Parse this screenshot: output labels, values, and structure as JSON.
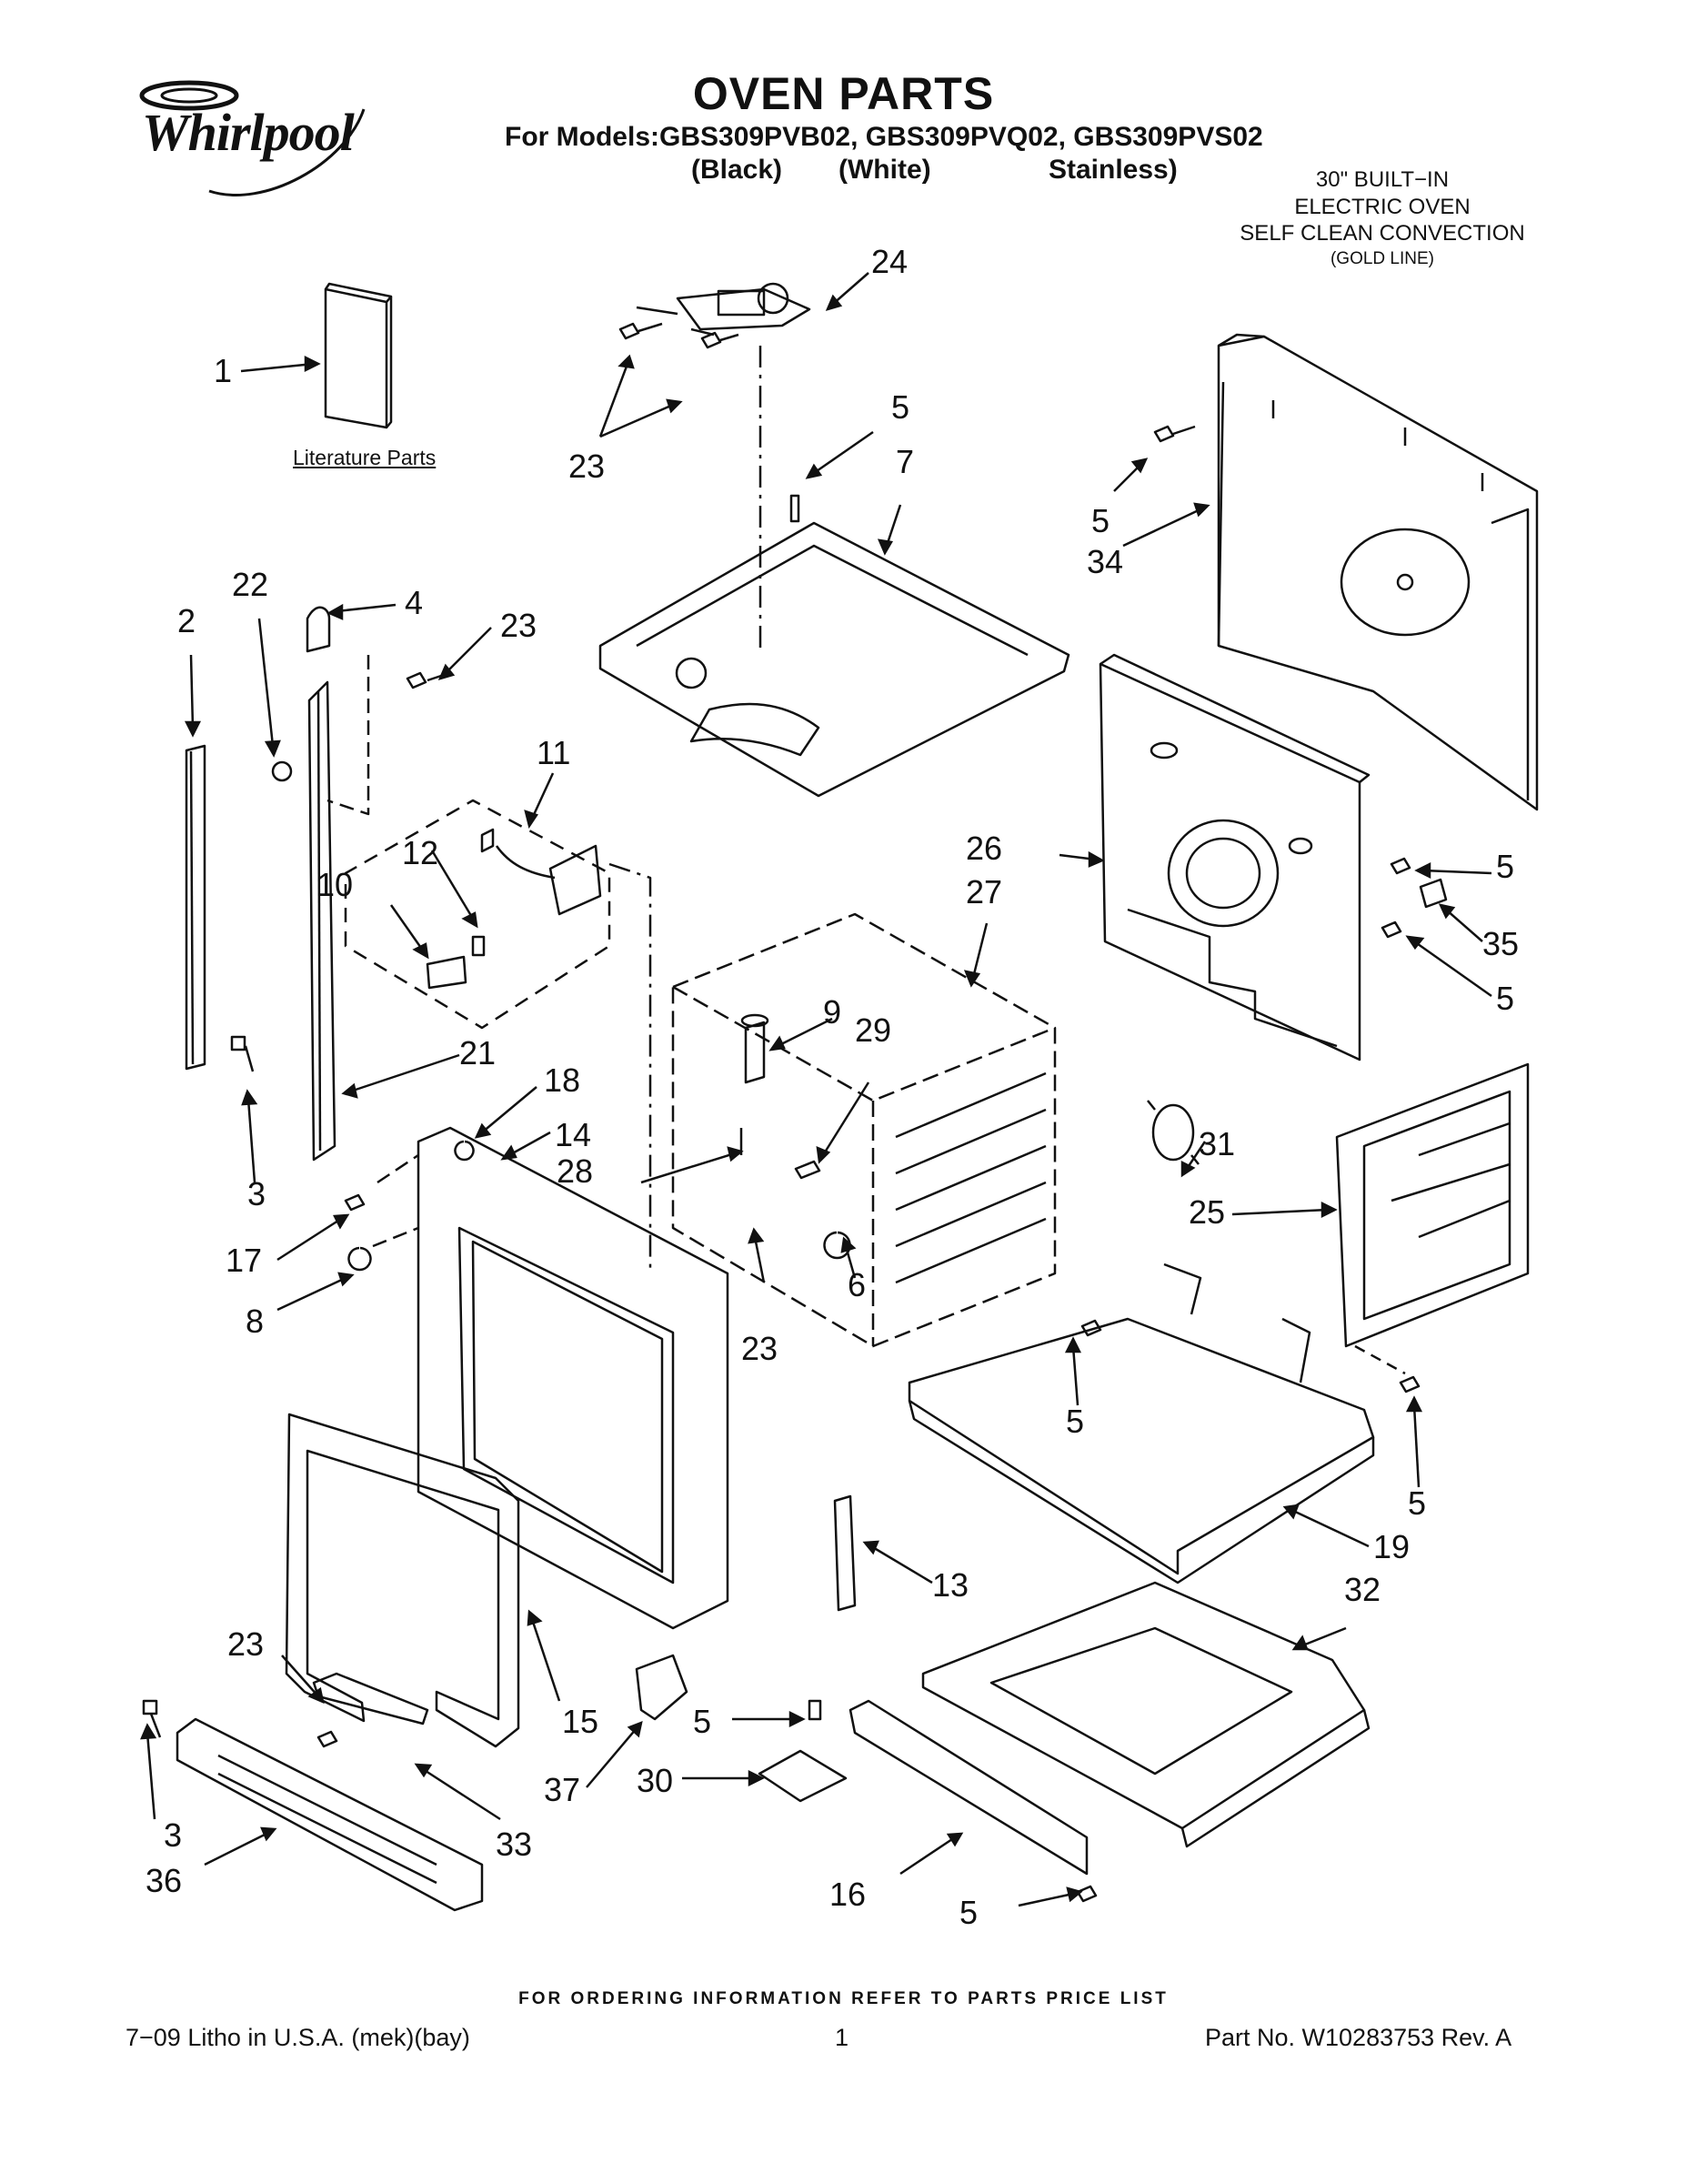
{
  "brand": "Whirlpool",
  "header": {
    "title": "OVEN PARTS",
    "models_line": "For Models:GBS309PVB02, GBS309PVQ02, GBS309PVS02",
    "finishes": [
      "(Black)",
      "(White)",
      "Stainless)"
    ],
    "product": {
      "line1": "30\" BUILT−IN",
      "line2": "ELECTRIC OVEN",
      "line3": "SELF CLEAN CONVECTION",
      "line4": "(GOLD LINE)"
    }
  },
  "literature_label": "Literature Parts",
  "callouts": [
    {
      "label": "1"
    },
    {
      "label": "24"
    },
    {
      "label": "23"
    },
    {
      "label": "5"
    },
    {
      "label": "7"
    },
    {
      "label": "5"
    },
    {
      "label": "34"
    },
    {
      "label": "2"
    },
    {
      "label": "22"
    },
    {
      "label": "4"
    },
    {
      "label": "23"
    },
    {
      "label": "11"
    },
    {
      "label": "12"
    },
    {
      "label": "10"
    },
    {
      "label": "26"
    },
    {
      "label": "27"
    },
    {
      "label": "5"
    },
    {
      "label": "35"
    },
    {
      "label": "5"
    },
    {
      "label": "9"
    },
    {
      "label": "29"
    },
    {
      "label": "21"
    },
    {
      "label": "18"
    },
    {
      "label": "14"
    },
    {
      "label": "3"
    },
    {
      "label": "28"
    },
    {
      "label": "31"
    },
    {
      "label": "17"
    },
    {
      "label": "25"
    },
    {
      "label": "8"
    },
    {
      "label": "6"
    },
    {
      "label": "23"
    },
    {
      "label": "5"
    },
    {
      "label": "5"
    },
    {
      "label": "19"
    },
    {
      "label": "13"
    },
    {
      "label": "32"
    },
    {
      "label": "23"
    },
    {
      "label": "15"
    },
    {
      "label": "5"
    },
    {
      "label": "37"
    },
    {
      "label": "30"
    },
    {
      "label": "3"
    },
    {
      "label": "33"
    },
    {
      "label": "36"
    },
    {
      "label": "16"
    },
    {
      "label": "5"
    }
  ],
  "footer": {
    "ordering_note": "FOR ORDERING INFORMATION REFER TO PARTS PRICE LIST",
    "litho": "7−09 Litho in U.S.A. (mek)(bay)",
    "page": "1",
    "part_no": "Part No. W10283753 Rev. A"
  },
  "colors": {
    "ink": "#111111",
    "paper": "#ffffff"
  }
}
